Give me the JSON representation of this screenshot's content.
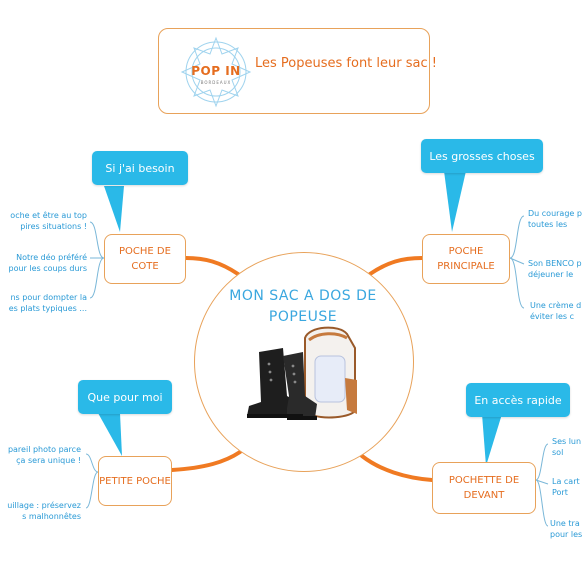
{
  "header": {
    "logo_text": "POP IN",
    "logo_subtext": "BORDEAUX",
    "title": "Les Popeuses font leur sac !"
  },
  "center": {
    "title": "MON SAC A DOS DE POPEUSE"
  },
  "branches": {
    "top_left": {
      "node": "POCHE DE COTE",
      "bubble": "Si j'ai besoin",
      "leaves": [
        "oche et être au top",
        "pires situations !",
        "Notre déo préféré",
        "pour les coups durs",
        "ns pour dompter la",
        "es plats typiques ..."
      ]
    },
    "top_right": {
      "node": "POCHE PRINCIPALE",
      "bubble": "Les grosses choses",
      "leaves": [
        "Du courage p",
        "toutes les",
        "Son BENCO p",
        "déjeuner le",
        "Une crème d",
        "éviter les c"
      ]
    },
    "bottom_left": {
      "node": "PETITE POCHE",
      "bubble": "Que pour moi",
      "leaves": [
        "pareil photo parce",
        "ça sera unique !",
        "uillage : préservez",
        "s malhonnêtes"
      ]
    },
    "bottom_right": {
      "node": "POCHETTE DE DEVANT",
      "bubble": "En accès rapide",
      "leaves": [
        "Ses lun",
        "sol",
        "La cart",
        "Port",
        "Une tra",
        "pour les"
      ]
    }
  },
  "colors": {
    "accent_orange": "#e56d1f",
    "bubble_blue": "#2ab9e8",
    "leaf_blue": "#2a9ad6"
  }
}
